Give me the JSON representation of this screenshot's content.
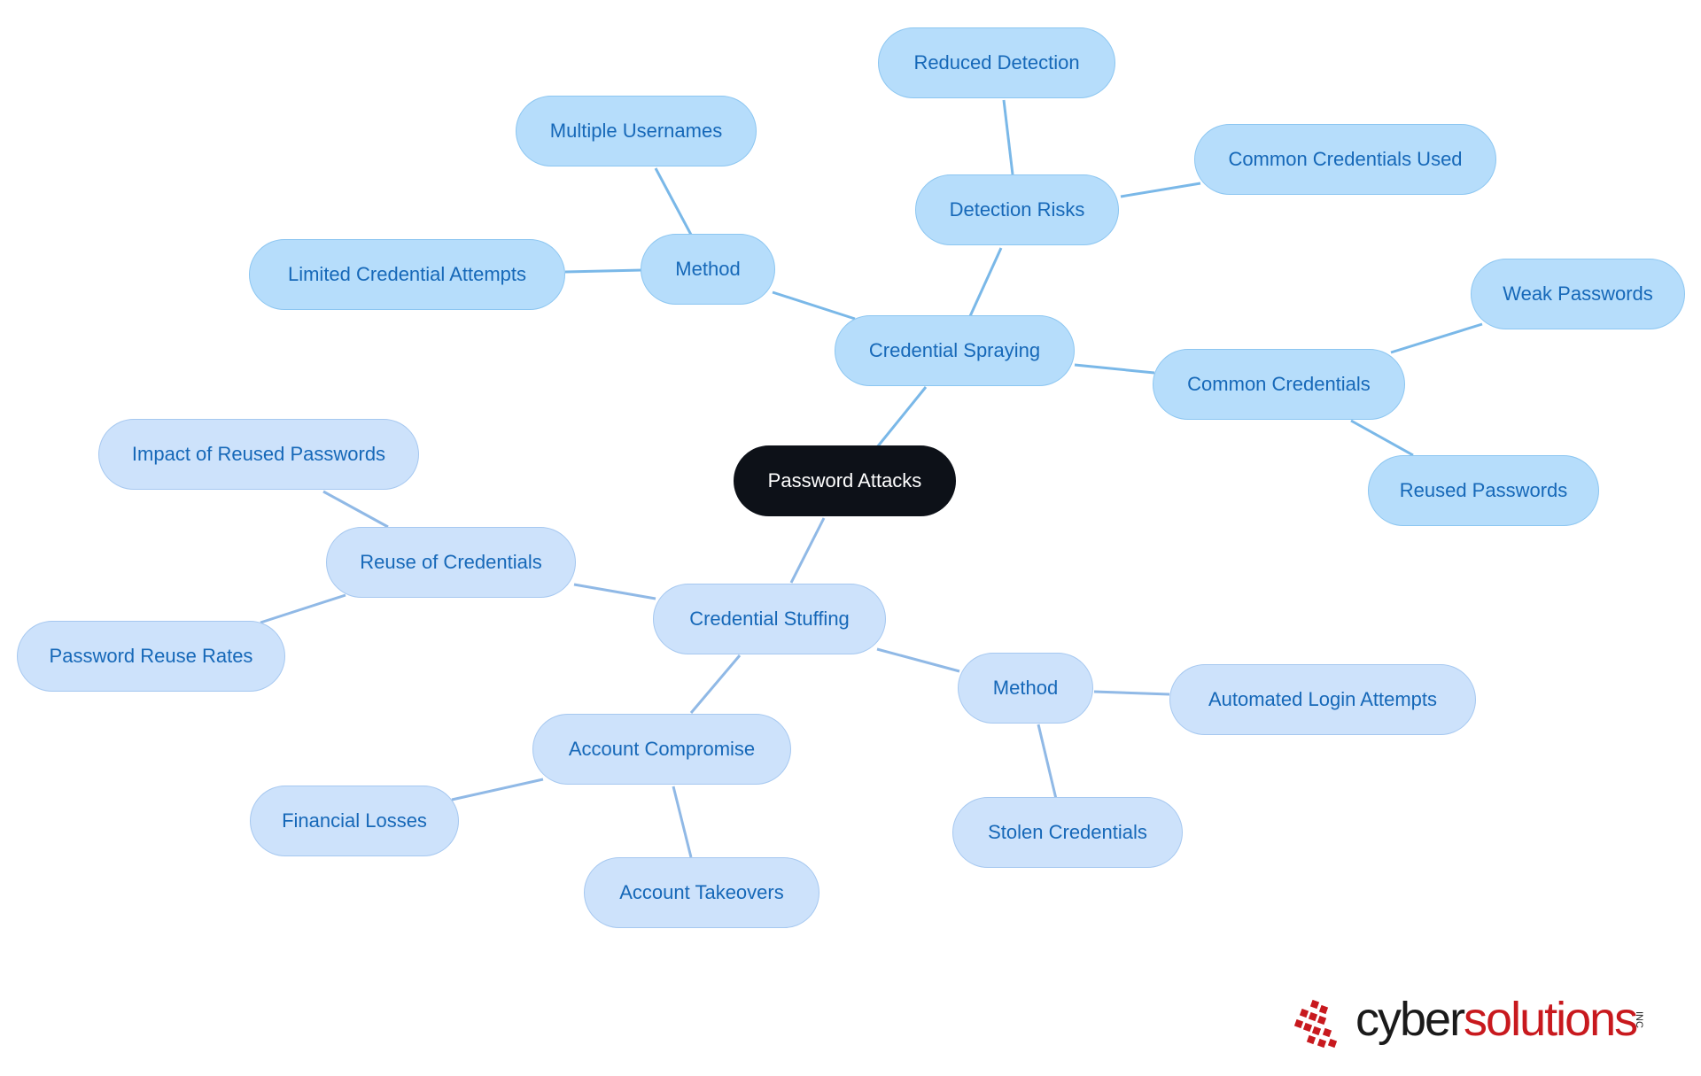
{
  "mindmap": {
    "root": {
      "label": "Password Attacks"
    },
    "spraying": {
      "label": "Credential Spraying",
      "method": {
        "label": "Method",
        "multiple_usernames": "Multiple Usernames",
        "limited_attempts": "Limited Credential Attempts"
      },
      "detection_risks": {
        "label": "Detection Risks",
        "reduced_detection": "Reduced Detection",
        "common_used": "Common Credentials Used"
      },
      "common_credentials": {
        "label": "Common Credentials",
        "weak_passwords": "Weak Passwords",
        "reused_passwords": "Reused Passwords"
      }
    },
    "stuffing": {
      "label": "Credential Stuffing",
      "reuse": {
        "label": "Reuse of Credentials",
        "impact": "Impact of Reused Passwords",
        "rates": "Password Reuse Rates"
      },
      "compromise": {
        "label": "Account Compromise",
        "financial": "Financial Losses",
        "takeovers": "Account Takeovers"
      },
      "method": {
        "label": "Method",
        "automated": "Automated Login Attempts",
        "stolen": "Stolen Credentials"
      }
    }
  },
  "logo": {
    "text_a": "cyber",
    "text_b": "solutions",
    "suffix": "INC"
  },
  "colors": {
    "root_fill": "#0d1118",
    "branch_a_fill": "#b6ddfb",
    "branch_b_fill": "#cde2fb",
    "text": "#1668b8",
    "link_a": "#7ab8e8",
    "link_b": "#90b9e6",
    "logo_red": "#c8191e"
  }
}
